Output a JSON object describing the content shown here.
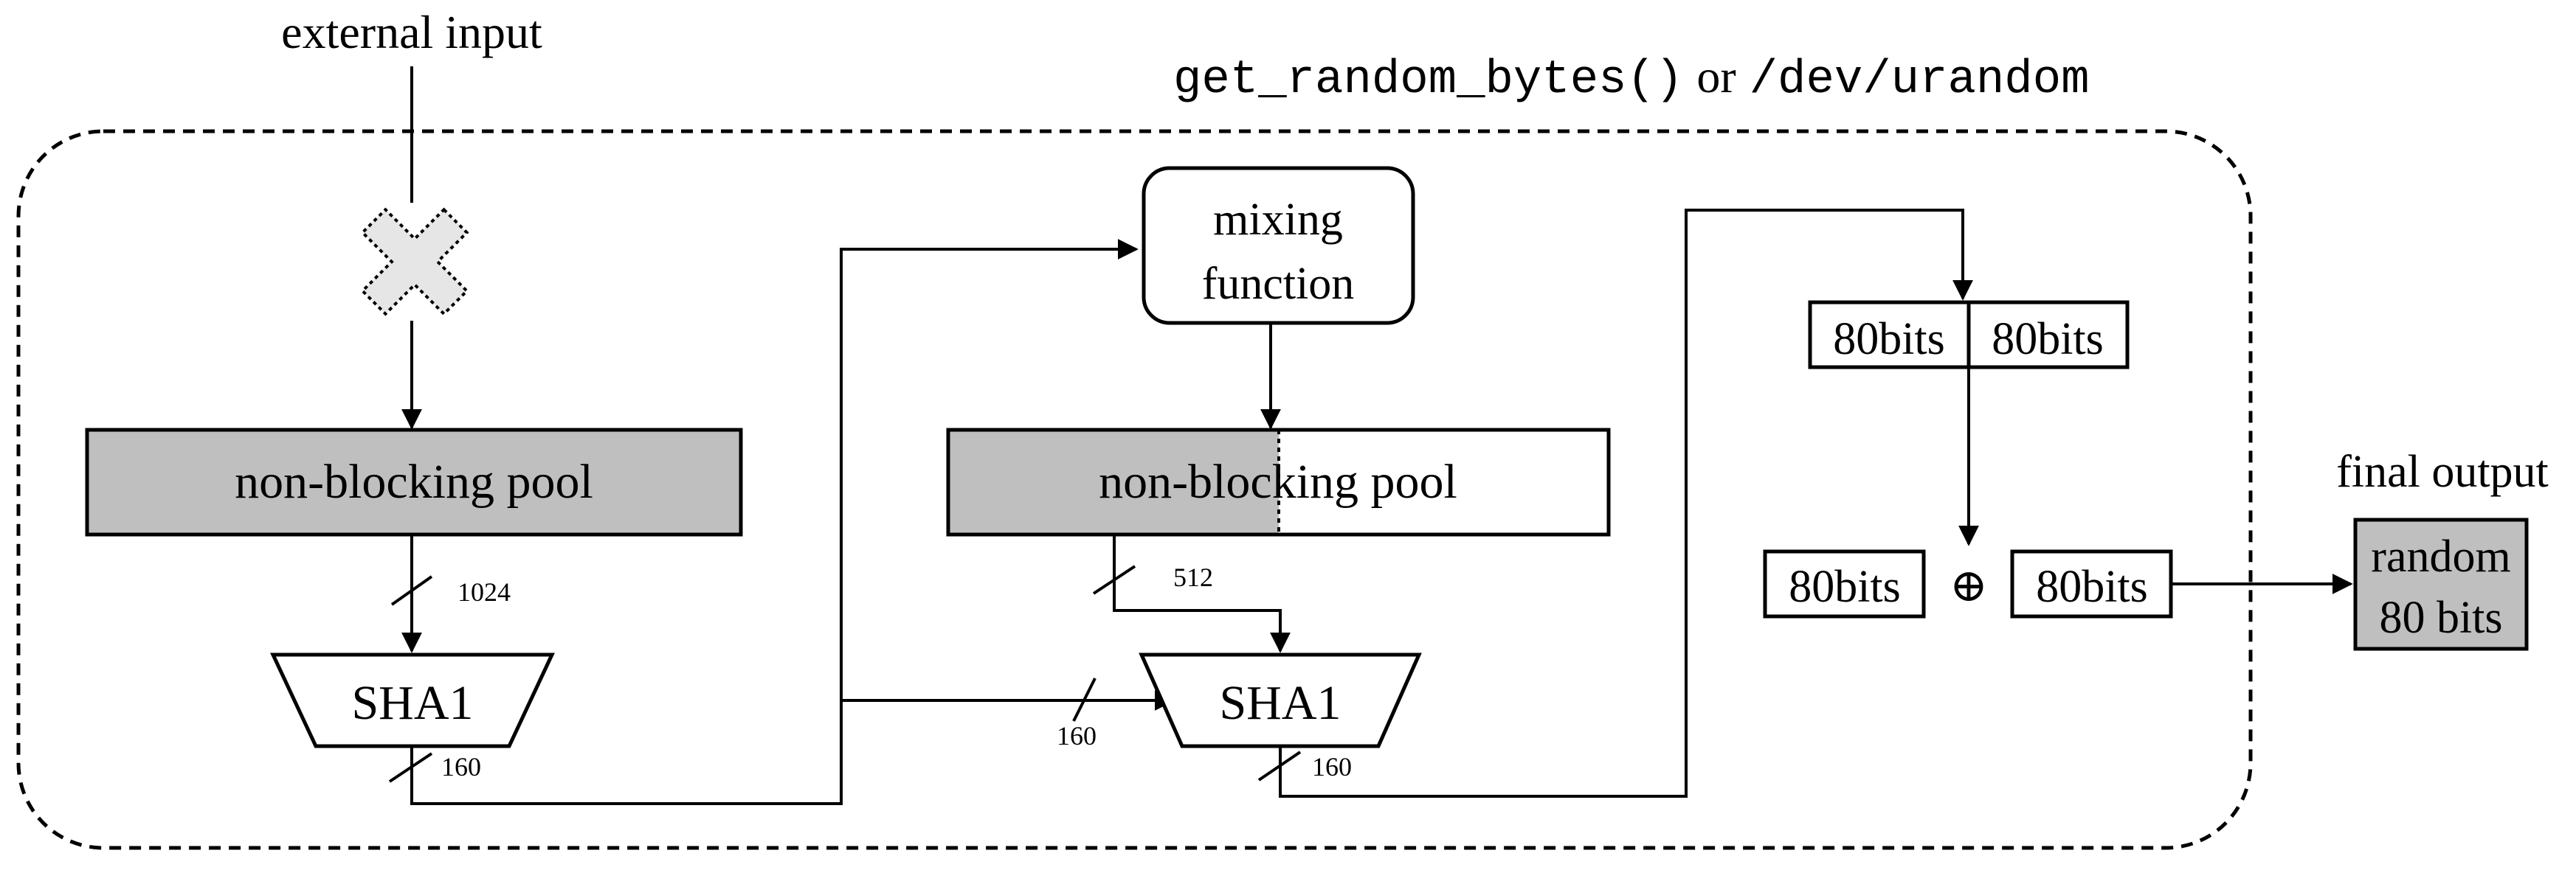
{
  "title": {
    "func": "get_random_bytes()",
    "or": "or",
    "dev": "/dev/urandom"
  },
  "external_input_label": "external input",
  "pool_left_label": "non-blocking pool",
  "pool_right_label": "non-blocking pool",
  "mixing_function": {
    "line1": "mixing",
    "line2": "function"
  },
  "sha1_left_label": "SHA1",
  "sha1_right_label": "SHA1",
  "bus_labels": {
    "pool_to_sha_left": "1024",
    "sha_left_out": "160",
    "feed_to_sha_right": "160",
    "pool_to_sha_right": "512",
    "sha_right_out": "160"
  },
  "split_bits": [
    "80bits",
    "80bits"
  ],
  "xor": {
    "left": "80bits",
    "op": "⊕",
    "right": "80bits"
  },
  "final_output_label": "final output",
  "final_box": {
    "line1": "random",
    "line2": "80 bits"
  },
  "colors": {
    "gray_fill": "#bfbfbf",
    "cross_fill": "#e6e6e6",
    "line": "#000000"
  }
}
